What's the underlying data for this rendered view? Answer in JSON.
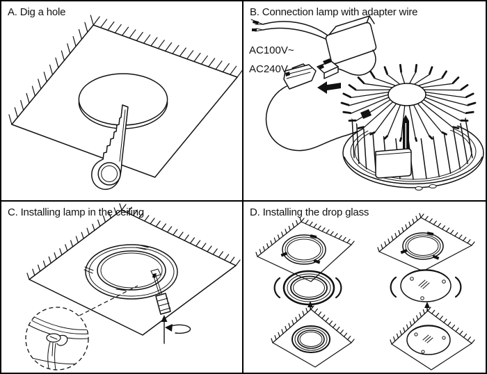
{
  "panels": {
    "a": {
      "title": "A. Dig a hole"
    },
    "b": {
      "title": "B. Connection lamp with adapter wire",
      "voltage": [
        "AC100V~",
        "AC240V"
      ]
    },
    "c": {
      "title": "C. Installing lamp in the ceiling"
    },
    "d": {
      "title": "D. Installing the drop glass"
    }
  },
  "colors": {
    "line": "#111111",
    "background": "#ffffff",
    "border": "#000000"
  }
}
